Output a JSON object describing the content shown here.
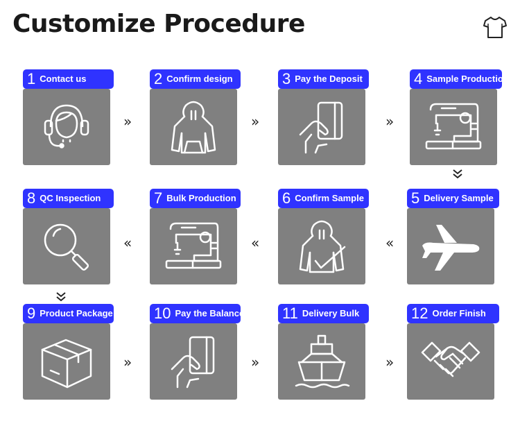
{
  "title": "Customize Procedure",
  "steps": [
    {
      "num": "1",
      "label": "Contact us",
      "icon": "headset-icon"
    },
    {
      "num": "2",
      "label": "Confirm design",
      "icon": "hoodie-icon"
    },
    {
      "num": "3",
      "label": "Pay the Deposit",
      "icon": "hand-card-icon"
    },
    {
      "num": "4",
      "label": "Sample Production",
      "icon": "sewing-machine-icon"
    },
    {
      "num": "5",
      "label": "Delivery Sample",
      "icon": "airplane-icon"
    },
    {
      "num": "6",
      "label": "Confirm Sample",
      "icon": "hoodie-check-icon"
    },
    {
      "num": "7",
      "label": "Bulk Production",
      "icon": "sewing-machine-icon"
    },
    {
      "num": "8",
      "label": "QC Inspection",
      "icon": "magnifier-icon"
    },
    {
      "num": "9",
      "label": "Product Package",
      "icon": "box-icon"
    },
    {
      "num": "10",
      "label": "Pay the Balance",
      "icon": "hand-card-icon"
    },
    {
      "num": "11",
      "label": "Delivery Bulk",
      "icon": "ship-icon"
    },
    {
      "num": "12",
      "label": "Order Finish",
      "icon": "handshake-icon"
    }
  ],
  "arrows": {
    "right": "»",
    "left": "«",
    "down": "⌄⌄"
  }
}
